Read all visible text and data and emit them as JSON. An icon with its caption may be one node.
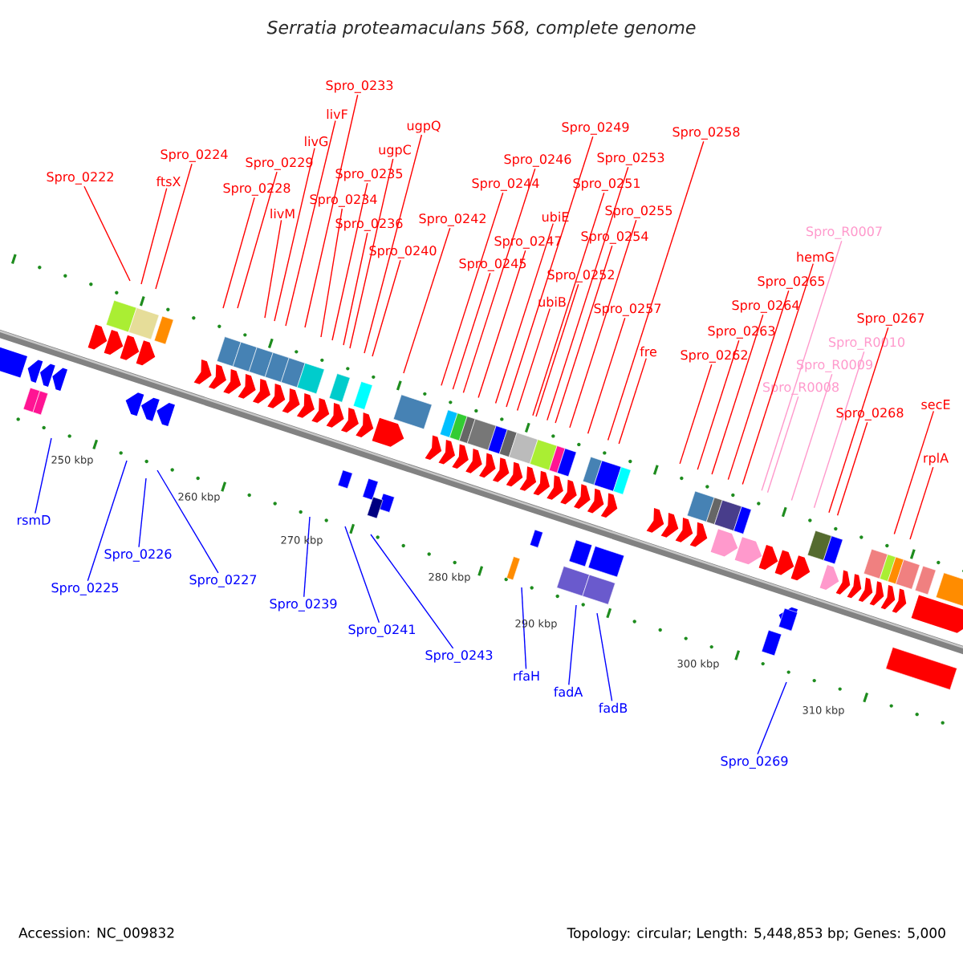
{
  "diagram": {
    "title": "Serratia proteamaculans 568, complete genome",
    "nodes": [
      {
        "text": [
          "Spro_0222"
        ]
      },
      {
        "text": [
          "ftsX"
        ]
      },
      {
        "text": [
          "Spro_0224"
        ]
      },
      {
        "text": [
          "Spro_0228"
        ]
      },
      {
        "text": [
          "Spro_0229"
        ]
      },
      {
        "text": [
          "livM"
        ]
      },
      {
        "text": [
          "livG"
        ]
      },
      {
        "text": [
          "livF"
        ]
      },
      {
        "text": [
          "Spro_0233"
        ]
      },
      {
        "text": [
          "Spro_0234"
        ]
      },
      {
        "text": [
          "Spro_0235"
        ]
      },
      {
        "text": [
          "Spro_0236"
        ]
      },
      {
        "text": [
          "ugpC"
        ]
      },
      {
        "text": [
          "ugpQ"
        ]
      },
      {
        "text": [
          "Spro_0240"
        ]
      },
      {
        "text": [
          "Spro_0242"
        ]
      },
      {
        "text": [
          "Spro_0244"
        ]
      },
      {
        "text": [
          "Spro_0245"
        ]
      },
      {
        "text": [
          "Spro_0246"
        ]
      },
      {
        "text": [
          "Spro_0247"
        ]
      },
      {
        "text": [
          "ubiE"
        ]
      },
      {
        "text": [
          "Spro_0249"
        ]
      },
      {
        "text": [
          "Spro_0251"
        ]
      },
      {
        "text": [
          "Spro_0252"
        ]
      },
      {
        "text": [
          "ubiB"
        ]
      },
      {
        "text": [
          "Spro_0253"
        ]
      },
      {
        "text": [
          "Spro_0254"
        ]
      },
      {
        "text": [
          "Spro_0255"
        ]
      },
      {
        "text": [
          "Spro_0257"
        ]
      },
      {
        "text": [
          "fre"
        ]
      },
      {
        "text": [
          "Spro_0258"
        ]
      },
      {
        "text": [
          "Spro_0262"
        ]
      },
      {
        "text": [
          "Spro_0263"
        ]
      },
      {
        "text": [
          "Spro_0264"
        ]
      },
      {
        "text": [
          "Spro_0265"
        ]
      },
      {
        "text": [
          "hemG"
        ]
      },
      {
        "text": [
          "Spro_R0007"
        ]
      },
      {
        "text": [
          "Spro_R0010"
        ]
      },
      {
        "text": [
          "Spro_R0009"
        ]
      },
      {
        "text": [
          "Spro_R0008"
        ]
      },
      {
        "text": [
          "Spro_0267"
        ]
      },
      {
        "text": [
          "Spro_0268"
        ]
      },
      {
        "text": [
          "secE"
        ]
      },
      {
        "text": [
          "rplA"
        ]
      },
      {
        "text": [
          "rsmD"
        ]
      },
      {
        "text": [
          "Spro_0225"
        ]
      },
      {
        "text": [
          "Spro_0226"
        ]
      },
      {
        "text": [
          "Spro_0227"
        ]
      },
      {
        "text": [
          "Spro_0239"
        ]
      },
      {
        "text": [
          "Spro_0241"
        ]
      },
      {
        "text": [
          "Spro_0243"
        ]
      },
      {
        "text": [
          "rfaH"
        ]
      },
      {
        "text": [
          "fadA"
        ]
      },
      {
        "text": [
          "fadB"
        ]
      },
      {
        "text": [
          "Spro_0269"
        ]
      }
    ],
    "edges": [
      {
        "from": 0,
        "to": null,
        "arrow": "none"
      },
      {
        "from": 1,
        "to": null,
        "arrow": "none"
      },
      {
        "from": 2,
        "to": null,
        "arrow": "none"
      },
      {
        "from": 3,
        "to": null,
        "arrow": "none"
      },
      {
        "from": 4,
        "to": null,
        "arrow": "none"
      },
      {
        "from": 5,
        "to": null,
        "arrow": "none"
      },
      {
        "from": 6,
        "to": null,
        "arrow": "none"
      },
      {
        "from": 7,
        "to": null,
        "arrow": "none"
      },
      {
        "from": 8,
        "to": null,
        "arrow": "none"
      },
      {
        "from": 9,
        "to": null,
        "arrow": "none"
      },
      {
        "from": 10,
        "to": null,
        "arrow": "none"
      },
      {
        "from": 11,
        "to": null,
        "arrow": "none"
      },
      {
        "from": 12,
        "to": null,
        "arrow": "none"
      },
      {
        "from": 13,
        "to": null,
        "arrow": "none"
      },
      {
        "from": 14,
        "to": null,
        "arrow": "none"
      },
      {
        "from": 15,
        "to": null,
        "arrow": "none"
      },
      {
        "from": 16,
        "to": null,
        "arrow": "none"
      },
      {
        "from": 17,
        "to": null,
        "arrow": "none"
      },
      {
        "from": 18,
        "to": null,
        "arrow": "none"
      },
      {
        "from": 19,
        "to": null,
        "arrow": "none"
      },
      {
        "from": 20,
        "to": null,
        "arrow": "none"
      },
      {
        "from": 21,
        "to": null,
        "arrow": "none"
      },
      {
        "from": 22,
        "to": null,
        "arrow": "none"
      },
      {
        "from": 23,
        "to": null,
        "arrow": "none"
      },
      {
        "from": 24,
        "to": null,
        "arrow": "none"
      },
      {
        "from": 25,
        "to": null,
        "arrow": "none"
      },
      {
        "from": 26,
        "to": null,
        "arrow": "none"
      },
      {
        "from": 27,
        "to": null,
        "arrow": "none"
      },
      {
        "from": 28,
        "to": null,
        "arrow": "none"
      },
      {
        "from": 29,
        "to": null,
        "arrow": "none"
      },
      {
        "from": 30,
        "to": null,
        "arrow": "none"
      },
      {
        "from": 31,
        "to": null,
        "arrow": "none"
      },
      {
        "from": 32,
        "to": null,
        "arrow": "none"
      },
      {
        "from": 33,
        "to": null,
        "arrow": "none"
      },
      {
        "from": 34,
        "to": null,
        "arrow": "none"
      },
      {
        "from": 35,
        "to": null,
        "arrow": "none"
      },
      {
        "from": 36,
        "to": null,
        "arrow": "none",
        "color": "#ff99cc"
      },
      {
        "from": 37,
        "to": null,
        "arrow": "none",
        "color": "#ff99cc"
      },
      {
        "from": 38,
        "to": null,
        "arrow": "none",
        "color": "#ff99cc"
      },
      {
        "from": 39,
        "to": null,
        "arrow": "none",
        "color": "#ff99cc"
      },
      {
        "from": 40,
        "to": null,
        "arrow": "none"
      },
      {
        "from": 41,
        "to": null,
        "arrow": "none"
      },
      {
        "from": 42,
        "to": null,
        "arrow": "none"
      },
      {
        "from": 43,
        "to": null,
        "arrow": "none"
      },
      {
        "from": 44,
        "to": null,
        "arrow": "none",
        "color": "#0000ff"
      },
      {
        "from": 45,
        "to": null,
        "arrow": "none",
        "color": "#0000ff"
      },
      {
        "from": 46,
        "to": null,
        "arrow": "none",
        "color": "#0000ff"
      },
      {
        "from": 47,
        "to": null,
        "arrow": "none",
        "color": "#0000ff"
      },
      {
        "from": 48,
        "to": null,
        "arrow": "none",
        "color": "#0000ff"
      },
      {
        "from": 49,
        "to": null,
        "arrow": "none",
        "color": "#0000ff"
      },
      {
        "from": 50,
        "to": null,
        "arrow": "none",
        "color": "#0000ff"
      },
      {
        "from": 51,
        "to": null,
        "arrow": "none",
        "color": "#0000ff"
      },
      {
        "from": 52,
        "to": null,
        "arrow": "none",
        "color": "#0000ff"
      },
      {
        "from": 53,
        "to": null,
        "arrow": "none",
        "color": "#0000ff"
      },
      {
        "from": 54,
        "to": null,
        "arrow": "none",
        "color": "#0000ff"
      }
    ],
    "labels": [
      "250 kbp",
      "260 kbp",
      "270 kbp",
      "280 kbp",
      "290 kbp",
      "300 kbp",
      "310 kbp",
      "Accession: NC_009832",
      "Topology: circular; Length: 5,448,853 bp; Genes: 5,000"
    ]
  }
}
